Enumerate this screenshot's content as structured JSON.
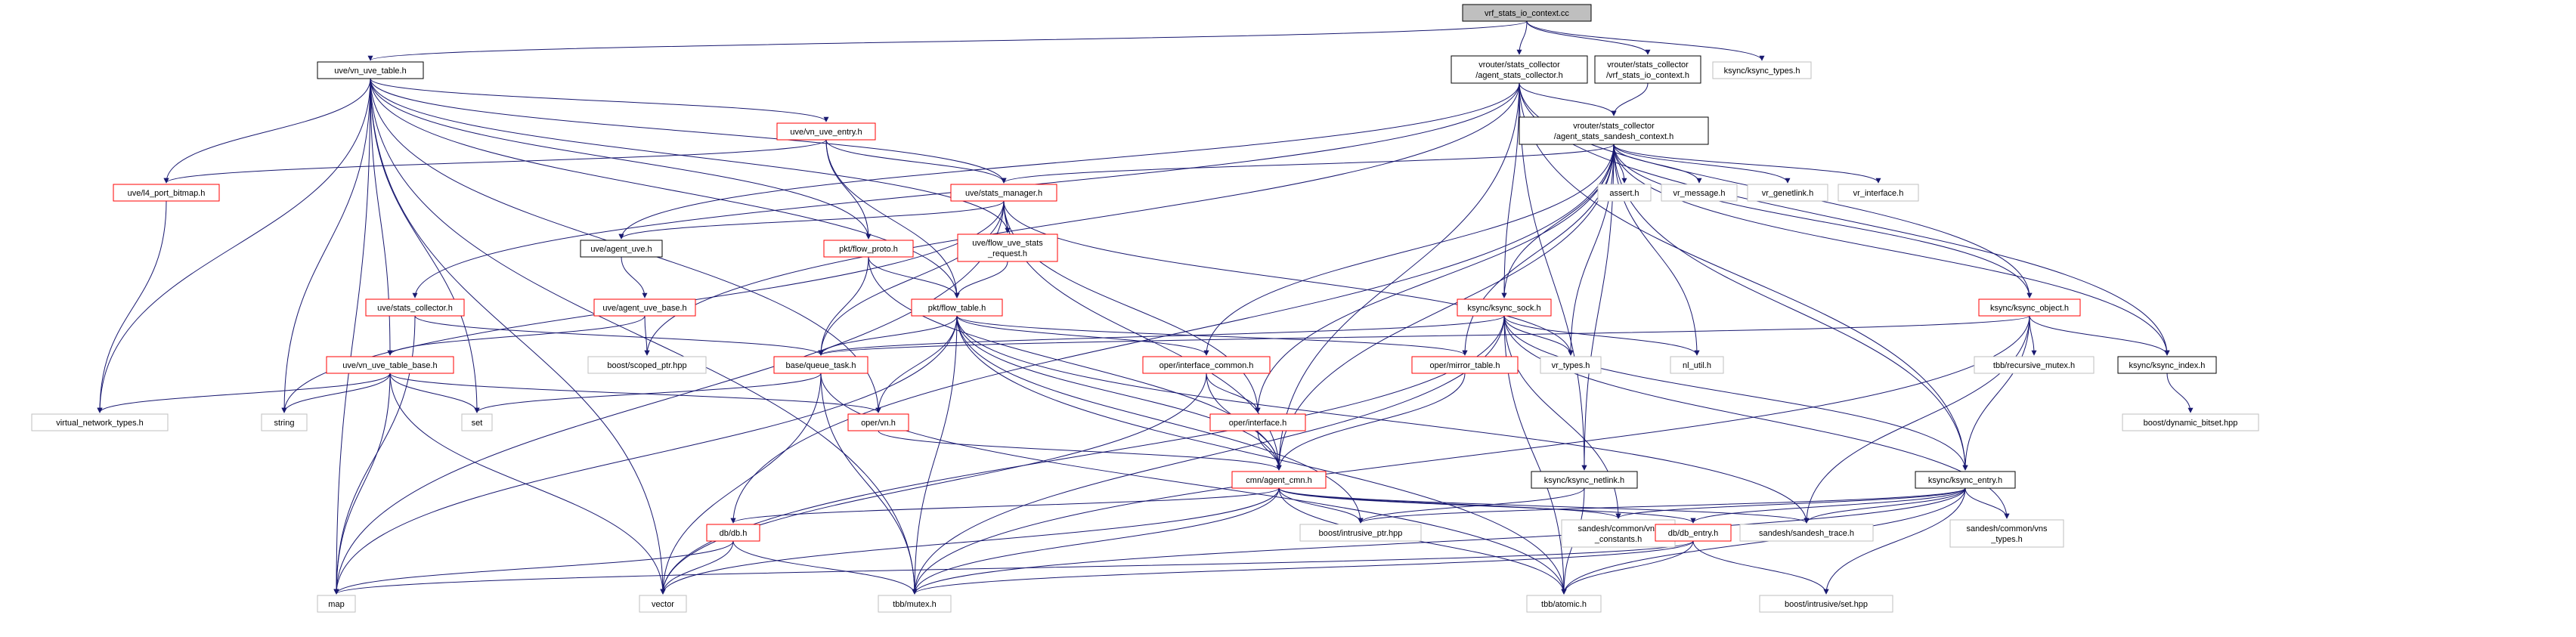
{
  "graph": {
    "nodes": [
      {
        "id": "root",
        "lines": [
          "vrf_stats_io_context.cc"
        ],
        "style": "root"
      },
      {
        "id": "vn_uve_table",
        "lines": [
          "uve/vn_uve_table.h"
        ],
        "style": "black"
      },
      {
        "id": "agent_stats_collector",
        "lines": [
          "vrouter/stats_collector",
          "/agent_stats_collector.h"
        ],
        "style": "black"
      },
      {
        "id": "vrf_stats_io_context_h",
        "lines": [
          "vrouter/stats_collector",
          "/vrf_stats_io_context.h"
        ],
        "style": "black"
      },
      {
        "id": "ksync_types",
        "lines": [
          "ksync/ksync_types.h"
        ],
        "style": "gray"
      },
      {
        "id": "vn_uve_entry",
        "lines": [
          "uve/vn_uve_entry.h"
        ],
        "style": "red"
      },
      {
        "id": "agent_stats_sandesh_context",
        "lines": [
          "vrouter/stats_collector",
          "/agent_stats_sandesh_context.h"
        ],
        "style": "black"
      },
      {
        "id": "l4_port_bitmap",
        "lines": [
          "uve/l4_port_bitmap.h"
        ],
        "style": "red"
      },
      {
        "id": "stats_manager",
        "lines": [
          "uve/stats_manager.h"
        ],
        "style": "red"
      },
      {
        "id": "assert_h",
        "lines": [
          "assert.h"
        ],
        "style": "gray"
      },
      {
        "id": "vr_message",
        "lines": [
          "vr_message.h"
        ],
        "style": "gray"
      },
      {
        "id": "vr_genetlink",
        "lines": [
          "vr_genetlink.h"
        ],
        "style": "gray"
      },
      {
        "id": "vr_interface",
        "lines": [
          "vr_interface.h"
        ],
        "style": "gray"
      },
      {
        "id": "agent_uve",
        "lines": [
          "uve/agent_uve.h"
        ],
        "style": "black"
      },
      {
        "id": "flow_proto",
        "lines": [
          "pkt/flow_proto.h"
        ],
        "style": "red"
      },
      {
        "id": "flow_uve_stats_request",
        "lines": [
          "uve/flow_uve_stats",
          "_request.h"
        ],
        "style": "red"
      },
      {
        "id": "agent_uve_base",
        "lines": [
          "uve/agent_uve_base.h"
        ],
        "style": "red"
      },
      {
        "id": "stats_collector",
        "lines": [
          "uve/stats_collector.h"
        ],
        "style": "red"
      },
      {
        "id": "flow_table",
        "lines": [
          "pkt/flow_table.h"
        ],
        "style": "red"
      },
      {
        "id": "ksync_sock",
        "lines": [
          "ksync/ksync_sock.h"
        ],
        "style": "red"
      },
      {
        "id": "ksync_object",
        "lines": [
          "ksync/ksync_object.h"
        ],
        "style": "red"
      },
      {
        "id": "vn_uve_table_base",
        "lines": [
          "uve/vn_uve_table_base.h"
        ],
        "style": "red"
      },
      {
        "id": "boost_scoped_ptr",
        "lines": [
          "boost/scoped_ptr.hpp"
        ],
        "style": "gray"
      },
      {
        "id": "queue_task",
        "lines": [
          "base/queue_task.h"
        ],
        "style": "red"
      },
      {
        "id": "interface_common",
        "lines": [
          "oper/interface_common.h"
        ],
        "style": "red"
      },
      {
        "id": "mirror_table",
        "lines": [
          "oper/mirror_table.h"
        ],
        "style": "red"
      },
      {
        "id": "vr_types",
        "lines": [
          "vr_types.h"
        ],
        "style": "gray"
      },
      {
        "id": "nl_util",
        "lines": [
          "nl_util.h"
        ],
        "style": "gray"
      },
      {
        "id": "tbb_recursive_mutex",
        "lines": [
          "tbb/recursive_mutex.h"
        ],
        "style": "gray"
      },
      {
        "id": "ksync_index",
        "lines": [
          "ksync/ksync_index.h"
        ],
        "style": "black"
      },
      {
        "id": "virtual_network_types",
        "lines": [
          "virtual_network_types.h"
        ],
        "style": "gray"
      },
      {
        "id": "string_h",
        "lines": [
          "string"
        ],
        "style": "gray"
      },
      {
        "id": "set_h",
        "lines": [
          "set"
        ],
        "style": "gray"
      },
      {
        "id": "oper_vn",
        "lines": [
          "oper/vn.h"
        ],
        "style": "red"
      },
      {
        "id": "oper_interface",
        "lines": [
          "oper/interface.h"
        ],
        "style": "red"
      },
      {
        "id": "boost_dynamic_bitset",
        "lines": [
          "boost/dynamic_bitset.hpp"
        ],
        "style": "gray"
      },
      {
        "id": "ksync_netlink",
        "lines": [
          "ksync/ksync_netlink.h"
        ],
        "style": "black"
      },
      {
        "id": "ksync_entry",
        "lines": [
          "ksync/ksync_entry.h"
        ],
        "style": "black"
      },
      {
        "id": "agent_cmn",
        "lines": [
          "cmn/agent_cmn.h"
        ],
        "style": "red"
      },
      {
        "id": "db_h",
        "lines": [
          "db/db.h"
        ],
        "style": "red"
      },
      {
        "id": "boost_intrusive_ptr",
        "lines": [
          "boost/intrusive_ptr.hpp"
        ],
        "style": "gray"
      },
      {
        "id": "sandesh_vns_constants",
        "lines": [
          "sandesh/common/vns",
          "_constants.h"
        ],
        "style": "gray"
      },
      {
        "id": "db_entry",
        "lines": [
          "db/db_entry.h"
        ],
        "style": "red"
      },
      {
        "id": "sandesh_trace",
        "lines": [
          "sandesh/sandesh_trace.h"
        ],
        "style": "gray"
      },
      {
        "id": "sandesh_vns_types",
        "lines": [
          "sandesh/common/vns",
          "_types.h"
        ],
        "style": "gray"
      },
      {
        "id": "map_h",
        "lines": [
          "map"
        ],
        "style": "gray"
      },
      {
        "id": "vector_h",
        "lines": [
          "vector"
        ],
        "style": "gray"
      },
      {
        "id": "tbb_mutex",
        "lines": [
          "tbb/mutex.h"
        ],
        "style": "gray"
      },
      {
        "id": "tbb_atomic",
        "lines": [
          "tbb/atomic.h"
        ],
        "style": "gray"
      },
      {
        "id": "boost_intrusive_set",
        "lines": [
          "boost/intrusive/set.hpp"
        ],
        "style": "gray"
      }
    ],
    "edges": [
      [
        "root",
        "vn_uve_table"
      ],
      [
        "root",
        "agent_stats_collector"
      ],
      [
        "root",
        "vrf_stats_io_context_h"
      ],
      [
        "root",
        "ksync_types"
      ],
      [
        "vn_uve_table",
        "vn_uve_entry"
      ],
      [
        "vn_uve_table",
        "l4_port_bitmap"
      ],
      [
        "vn_uve_table",
        "flow_proto"
      ],
      [
        "vn_uve_table",
        "flow_uve_stats_request"
      ],
      [
        "vn_uve_table",
        "vn_uve_table_base"
      ],
      [
        "vn_uve_table",
        "virtual_network_types"
      ],
      [
        "vn_uve_table",
        "string_h"
      ],
      [
        "vn_uve_table",
        "set_h"
      ],
      [
        "vn_uve_table",
        "map_h"
      ],
      [
        "vn_uve_table",
        "vector_h"
      ],
      [
        "vn_uve_table",
        "tbb_mutex"
      ],
      [
        "vn_uve_table",
        "oper_vn"
      ],
      [
        "vn_uve_table",
        "flow_table"
      ],
      [
        "vn_uve_table",
        "stats_manager"
      ],
      [
        "agent_stats_collector",
        "agent_stats_sandesh_context"
      ],
      [
        "agent_stats_collector",
        "agent_uve"
      ],
      [
        "agent_stats_collector",
        "stats_collector"
      ],
      [
        "agent_stats_collector",
        "boost_scoped_ptr"
      ],
      [
        "agent_stats_collector",
        "ksync_sock"
      ],
      [
        "agent_stats_collector",
        "ksync_object"
      ],
      [
        "agent_stats_collector",
        "ksync_index"
      ],
      [
        "agent_stats_collector",
        "agent_cmn"
      ],
      [
        "agent_stats_collector",
        "ksync_entry"
      ],
      [
        "agent_stats_collector",
        "ksync_netlink"
      ],
      [
        "vrf_stats_io_context_h",
        "agent_stats_sandesh_context"
      ],
      [
        "vn_uve_entry",
        "l4_port_bitmap"
      ],
      [
        "vn_uve_entry",
        "stats_manager"
      ],
      [
        "vn_uve_entry",
        "flow_proto"
      ],
      [
        "vn_uve_entry",
        "flow_table"
      ],
      [
        "agent_stats_sandesh_context",
        "stats_manager"
      ],
      [
        "agent_stats_sandesh_context",
        "assert_h"
      ],
      [
        "agent_stats_sandesh_context",
        "vr_message"
      ],
      [
        "agent_stats_sandesh_context",
        "vr_genetlink"
      ],
      [
        "agent_stats_sandesh_context",
        "vr_interface"
      ],
      [
        "agent_stats_sandesh_context",
        "ksync_sock"
      ],
      [
        "agent_stats_sandesh_context",
        "ksync_object"
      ],
      [
        "agent_stats_sandesh_context",
        "ksync_index"
      ],
      [
        "agent_stats_sandesh_context",
        "interface_common"
      ],
      [
        "agent_stats_sandesh_context",
        "mirror_table"
      ],
      [
        "agent_stats_sandesh_context",
        "vr_types"
      ],
      [
        "agent_stats_sandesh_context",
        "nl_util"
      ],
      [
        "agent_stats_sandesh_context",
        "oper_interface"
      ],
      [
        "agent_stats_sandesh_context",
        "agent_cmn"
      ],
      [
        "agent_stats_sandesh_context",
        "ksync_netlink"
      ],
      [
        "agent_stats_sandesh_context",
        "ksync_entry"
      ],
      [
        "agent_stats_sandesh_context",
        "db_h"
      ],
      [
        "l4_port_bitmap",
        "virtual_network_types"
      ],
      [
        "stats_manager",
        "agent_uve"
      ],
      [
        "stats_manager",
        "flow_uve_stats_request"
      ],
      [
        "stats_manager",
        "agent_cmn"
      ],
      [
        "stats_manager",
        "oper_interface"
      ],
      [
        "stats_manager",
        "vr_types"
      ],
      [
        "stats_manager",
        "string_h"
      ],
      [
        "stats_manager",
        "map_h"
      ],
      [
        "stats_manager",
        "queue_task"
      ],
      [
        "agent_uve",
        "agent_uve_base"
      ],
      [
        "flow_proto",
        "flow_table"
      ],
      [
        "flow_proto",
        "queue_task"
      ],
      [
        "flow_proto",
        "agent_cmn"
      ],
      [
        "flow_uve_stats_request",
        "flow_table"
      ],
      [
        "agent_uve_base",
        "vn_uve_table_base"
      ],
      [
        "agent_uve_base",
        "boost_scoped_ptr"
      ],
      [
        "stats_collector",
        "queue_task"
      ],
      [
        "stats_collector",
        "map_h"
      ],
      [
        "flow_table",
        "queue_task"
      ],
      [
        "flow_table",
        "interface_common"
      ],
      [
        "flow_table",
        "mirror_table"
      ],
      [
        "flow_table",
        "oper_vn"
      ],
      [
        "flow_table",
        "agent_cmn"
      ],
      [
        "flow_table",
        "map_h"
      ],
      [
        "flow_table",
        "tbb_mutex"
      ],
      [
        "flow_table",
        "tbb_atomic"
      ],
      [
        "flow_table",
        "boost_intrusive_ptr"
      ],
      [
        "flow_table",
        "sandesh_trace"
      ],
      [
        "ksync_sock",
        "queue_task"
      ],
      [
        "ksync_sock",
        "vr_types"
      ],
      [
        "ksync_sock",
        "nl_util"
      ],
      [
        "ksync_sock",
        "ksync_entry"
      ],
      [
        "ksync_sock",
        "tbb_mutex"
      ],
      [
        "ksync_sock",
        "tbb_atomic"
      ],
      [
        "ksync_sock",
        "vector_h"
      ],
      [
        "ksync_sock",
        "sandesh_vns_constants"
      ],
      [
        "ksync_sock",
        "sandesh_vns_types"
      ],
      [
        "ksync_object",
        "queue_task"
      ],
      [
        "ksync_object",
        "tbb_recursive_mutex"
      ],
      [
        "ksync_object",
        "ksync_index"
      ],
      [
        "ksync_object",
        "ksync_entry"
      ],
      [
        "ksync_object",
        "sandesh_trace"
      ],
      [
        "ksync_object",
        "tbb_mutex"
      ],
      [
        "vn_uve_table_base",
        "virtual_network_types"
      ],
      [
        "vn_uve_table_base",
        "string_h"
      ],
      [
        "vn_uve_table_base",
        "set_h"
      ],
      [
        "vn_uve_table_base",
        "map_h"
      ],
      [
        "vn_uve_table_base",
        "vector_h"
      ],
      [
        "vn_uve_table_base",
        "oper_vn"
      ],
      [
        "queue_task",
        "set_h"
      ],
      [
        "queue_task",
        "vector_h"
      ],
      [
        "queue_task",
        "tbb_mutex"
      ],
      [
        "queue_task",
        "tbb_atomic"
      ],
      [
        "interface_common",
        "oper_interface"
      ],
      [
        "interface_common",
        "agent_cmn"
      ],
      [
        "interface_common",
        "vector_h"
      ],
      [
        "mirror_table",
        "agent_cmn"
      ],
      [
        "ksync_index",
        "boost_dynamic_bitset"
      ],
      [
        "oper_vn",
        "agent_cmn"
      ],
      [
        "oper_interface",
        "agent_cmn"
      ],
      [
        "ksync_netlink",
        "boost_intrusive_ptr"
      ],
      [
        "ksync_netlink",
        "tbb_atomic"
      ],
      [
        "ksync_entry",
        "db_entry"
      ],
      [
        "ksync_entry",
        "boost_intrusive_ptr"
      ],
      [
        "ksync_entry",
        "sandesh_vns_constants"
      ],
      [
        "ksync_entry",
        "sandesh_trace"
      ],
      [
        "ksync_entry",
        "sandesh_vns_types"
      ],
      [
        "ksync_entry",
        "tbb_atomic"
      ],
      [
        "ksync_entry",
        "boost_intrusive_set"
      ],
      [
        "ksync_entry",
        "tbb_mutex"
      ],
      [
        "agent_cmn",
        "db_h"
      ],
      [
        "agent_cmn",
        "boost_intrusive_ptr"
      ],
      [
        "agent_cmn",
        "sandesh_vns_constants"
      ],
      [
        "agent_cmn",
        "db_entry"
      ],
      [
        "agent_cmn",
        "sandesh_trace"
      ],
      [
        "agent_cmn",
        "tbb_mutex"
      ],
      [
        "agent_cmn",
        "tbb_atomic"
      ],
      [
        "agent_cmn",
        "vector_h"
      ],
      [
        "db_h",
        "map_h"
      ],
      [
        "db_h",
        "vector_h"
      ],
      [
        "db_h",
        "tbb_mutex"
      ],
      [
        "db_entry",
        "map_h"
      ],
      [
        "db_entry",
        "tbb_mutex"
      ],
      [
        "db_entry",
        "tbb_atomic"
      ],
      [
        "db_entry",
        "boost_intrusive_set"
      ]
    ]
  }
}
